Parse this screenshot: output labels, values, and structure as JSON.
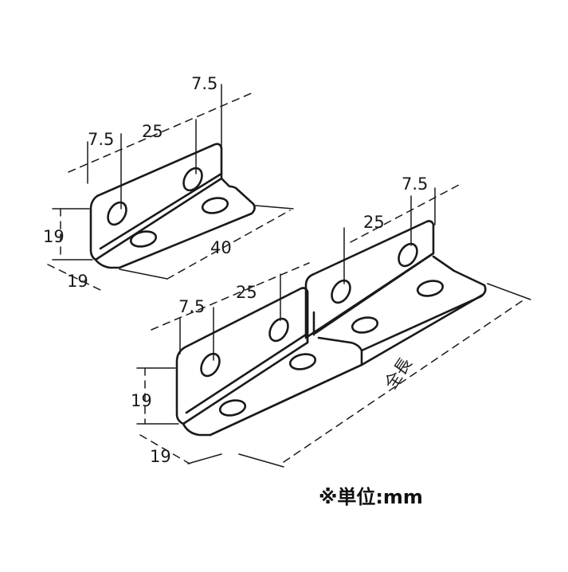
{
  "small_bracket": {
    "top_edge_offset": "7.5",
    "left_edge_offset": "7.5",
    "hole_pitch": "25",
    "length": "40",
    "height": "19",
    "depth": "19"
  },
  "long_bracket": {
    "left_edge_offset": "7.5",
    "hole_pitch_left": "25",
    "hole_pitch_right": "25",
    "right_edge_offset": "7.5",
    "height": "19",
    "depth": "19",
    "overall_length": "全長"
  },
  "unit_note": "※単位:mm"
}
